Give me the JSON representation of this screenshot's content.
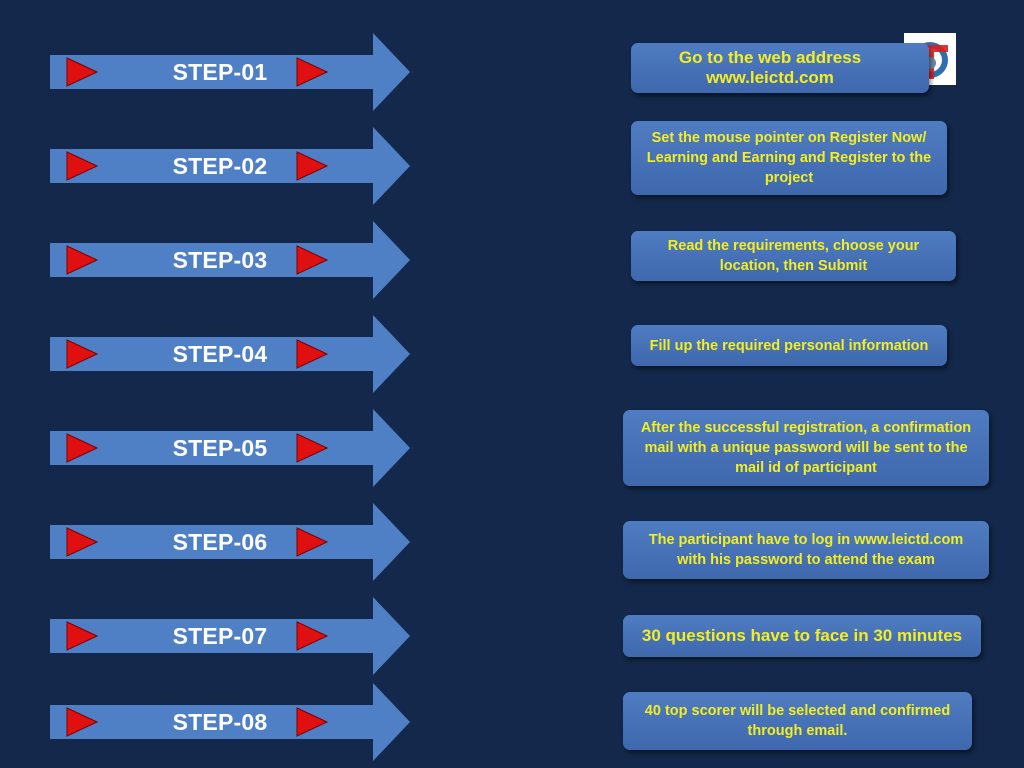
{
  "colors": {
    "background": "#13284a",
    "arrow_fill": "#4f7fc4",
    "marker": "#e01010",
    "box_text": "#f3ee22"
  },
  "steps": [
    {
      "label": "STEP-01",
      "text": "Go to the web address www.leictd.com"
    },
    {
      "label": "STEP-02",
      "text": "Set the mouse pointer on Register Now/ Learning and Earning and Register to the project"
    },
    {
      "label": "STEP-03",
      "text": "Read the requirements, choose your location, then Submit"
    },
    {
      "label": "STEP-04",
      "text": "Fill up the required personal information"
    },
    {
      "label": "STEP-05",
      "text": "After the successful registration, a confirmation mail with a unique password will be sent to the mail id of participant"
    },
    {
      "label": "STEP-06",
      "text": "The participant have to log in www.leictd.com with his password to attend the exam"
    },
    {
      "label": "STEP-07",
      "text": "30 questions have to face in 30 minutes"
    },
    {
      "label": "STEP-08",
      "text": "40 top scorer will be selected and confirmed through email."
    }
  ],
  "logo": {
    "name": "leictd-logo"
  }
}
